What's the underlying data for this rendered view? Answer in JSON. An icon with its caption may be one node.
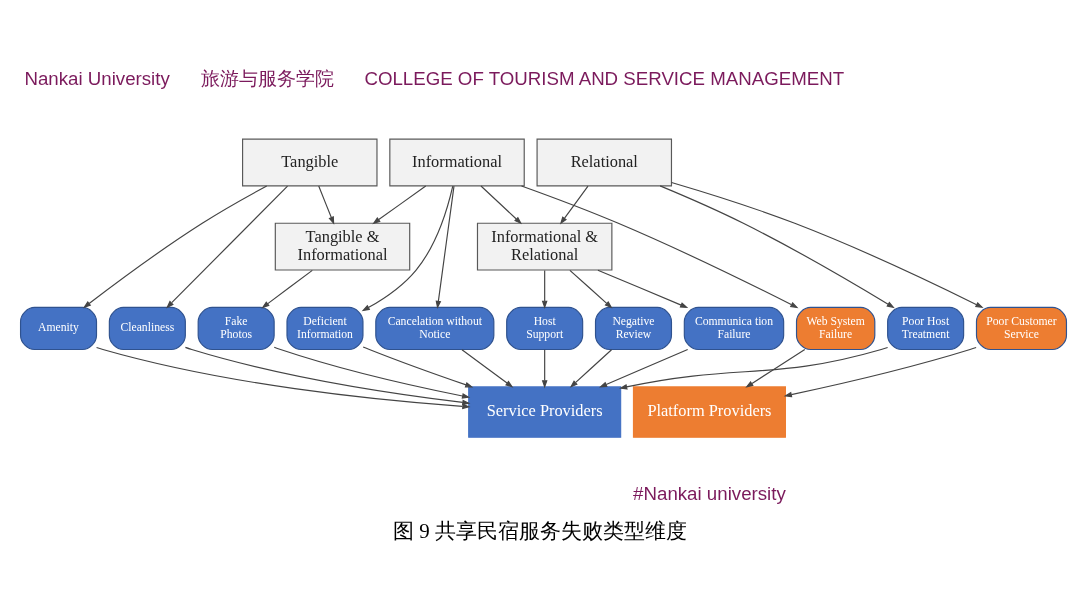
{
  "diagram": {
    "caption": "图 9 共享民宿服务失败类型维度",
    "nodes": [
      {
        "text": [
          "Tangible"
        ]
      },
      {
        "text": [
          "Informational"
        ]
      },
      {
        "text": [
          "Relational"
        ]
      },
      {
        "text": [
          "Tangible & Informational"
        ]
      },
      {
        "text": [
          "Informational & Relational"
        ]
      },
      {
        "text": [
          "Amenity"
        ]
      },
      {
        "text": [
          "Cleanliness"
        ]
      },
      {
        "text": [
          "Deficient Information"
        ]
      },
      {
        "text": [
          "Cancelation without Notice"
        ]
      },
      {
        "text": [
          "Web System Failure"
        ]
      },
      {
        "text": [
          "Poor Host Treatment"
        ]
      },
      {
        "text": [
          "Poor Customer Service"
        ]
      },
      {
        "text": [
          "Fake Photos"
        ]
      },
      {
        "text": [
          "Host Support"
        ]
      },
      {
        "text": [
          "Negative Review"
        ]
      },
      {
        "text": [
          "Communica tion Failure"
        ]
      },
      {
        "text": [
          "Service Providers"
        ]
      },
      {
        "text": [
          "Platform Providers"
        ]
      }
    ],
    "edges": [
      {
        "from": 0,
        "to": 3,
        "arrow": "to"
      },
      {
        "from": 1,
        "to": 3,
        "arrow": "to"
      },
      {
        "from": 1,
        "to": 4,
        "arrow": "to"
      },
      {
        "from": 2,
        "to": 4,
        "arrow": "to"
      },
      {
        "from": 0,
        "to": 5,
        "arrow": "to"
      },
      {
        "from": 0,
        "to": 6,
        "arrow": "to"
      },
      {
        "from": 3,
        "to": 12,
        "arrow": "to"
      },
      {
        "from": 1,
        "to": 7,
        "arrow": "to"
      },
      {
        "from": 1,
        "to": 8,
        "arrow": "to"
      },
      {
        "from": 1,
        "to": 9,
        "arrow": "to"
      },
      {
        "from": 4,
        "to": 13,
        "arrow": "to"
      },
      {
        "from": 4,
        "to": 14,
        "arrow": "to"
      },
      {
        "from": 4,
        "to": 15,
        "arrow": "to"
      },
      {
        "from": 2,
        "to": 10,
        "arrow": "to"
      },
      {
        "from": 2,
        "to": 11,
        "arrow": "to"
      },
      {
        "from": 5,
        "to": 16,
        "arrow": "to"
      },
      {
        "from": 6,
        "to": 16,
        "arrow": "to"
      },
      {
        "from": 12,
        "to": 16,
        "arrow": "to"
      },
      {
        "from": 7,
        "to": 16,
        "arrow": "to"
      },
      {
        "from": 8,
        "to": 16,
        "arrow": "to"
      },
      {
        "from": 13,
        "to": 16,
        "arrow": "to"
      },
      {
        "from": 10,
        "to": 16,
        "arrow": "to"
      },
      {
        "from": 14,
        "to": 16,
        "arrow": "to"
      },
      {
        "from": 15,
        "to": 16,
        "arrow": "to"
      },
      {
        "from": 9,
        "to": 17,
        "arrow": "to"
      },
      {
        "from": 11,
        "to": 17,
        "arrow": "to"
      }
    ],
    "labels": [
      "Nankai University",
      "旅游与服务学院",
      "COLLEGE OF TOURISM AND SERVICE MANAGEMENT",
      "#Nankai university"
    ]
  }
}
